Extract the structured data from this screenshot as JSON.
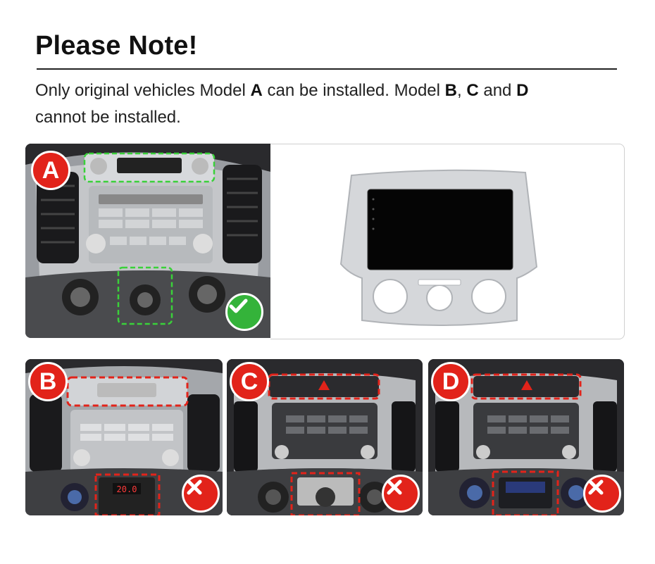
{
  "header": {
    "title": "Please Note!"
  },
  "note": {
    "text_1": "Only original vehicles Model ",
    "model_a": "A",
    "text_2": " can be installed. Model ",
    "model_b": "B",
    "text_3": ", ",
    "model_c": "C",
    "text_4": " and ",
    "model_d": "D",
    "text_5": " cannot be installed."
  },
  "models": [
    {
      "badge": "A",
      "status": "compatible",
      "status_icon": "check-icon",
      "status_color": "#34b33a"
    },
    {
      "badge": "B",
      "status": "not-compatible",
      "status_icon": "cross-icon",
      "status_color": "#e2231a"
    },
    {
      "badge": "C",
      "status": "not-compatible",
      "status_icon": "cross-icon",
      "status_color": "#e2231a"
    },
    {
      "badge": "D",
      "status": "not-compatible",
      "status_icon": "cross-icon",
      "status_color": "#e2231a"
    }
  ],
  "colors": {
    "badge": "#e2231a",
    "highlight_ok": "#3ad13a",
    "highlight_bad": "#e2231a"
  }
}
